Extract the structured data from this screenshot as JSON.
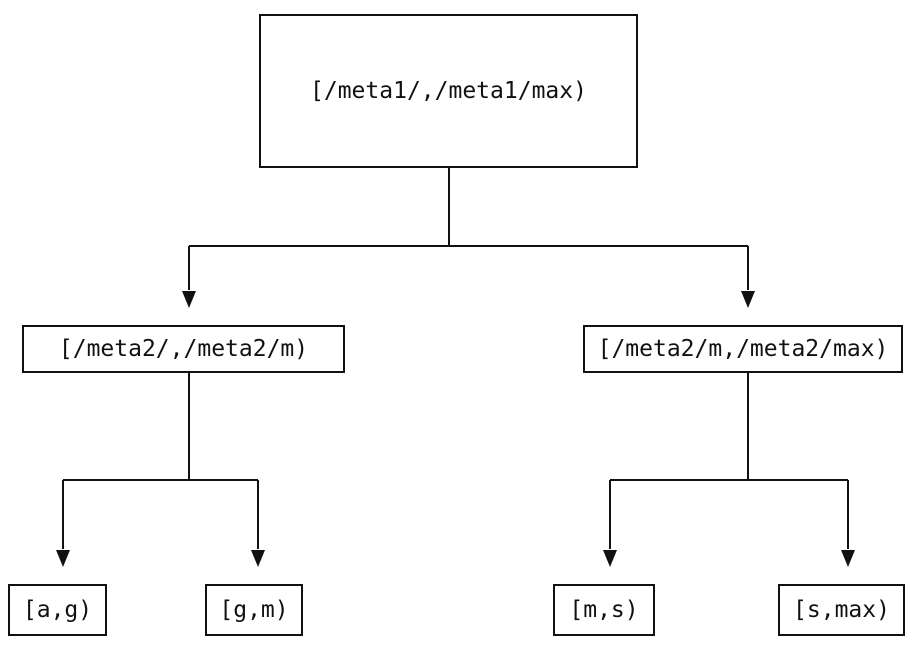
{
  "diagram_type": "binary-interval-tree",
  "tree": {
    "root": {
      "label": "[/meta1/,/meta1/max)",
      "children": [
        {
          "label": "[/meta2/,/meta2/m)",
          "children": [
            {
              "label": "[a,g)"
            },
            {
              "label": "[g,m)"
            }
          ]
        },
        {
          "label": "[/meta2/m,/meta2/max)",
          "children": [
            {
              "label": "[m,s)"
            },
            {
              "label": "[s,max)"
            }
          ]
        }
      ]
    }
  },
  "colors": {
    "line": "#111111",
    "text": "#111111",
    "background": "#ffffff"
  }
}
